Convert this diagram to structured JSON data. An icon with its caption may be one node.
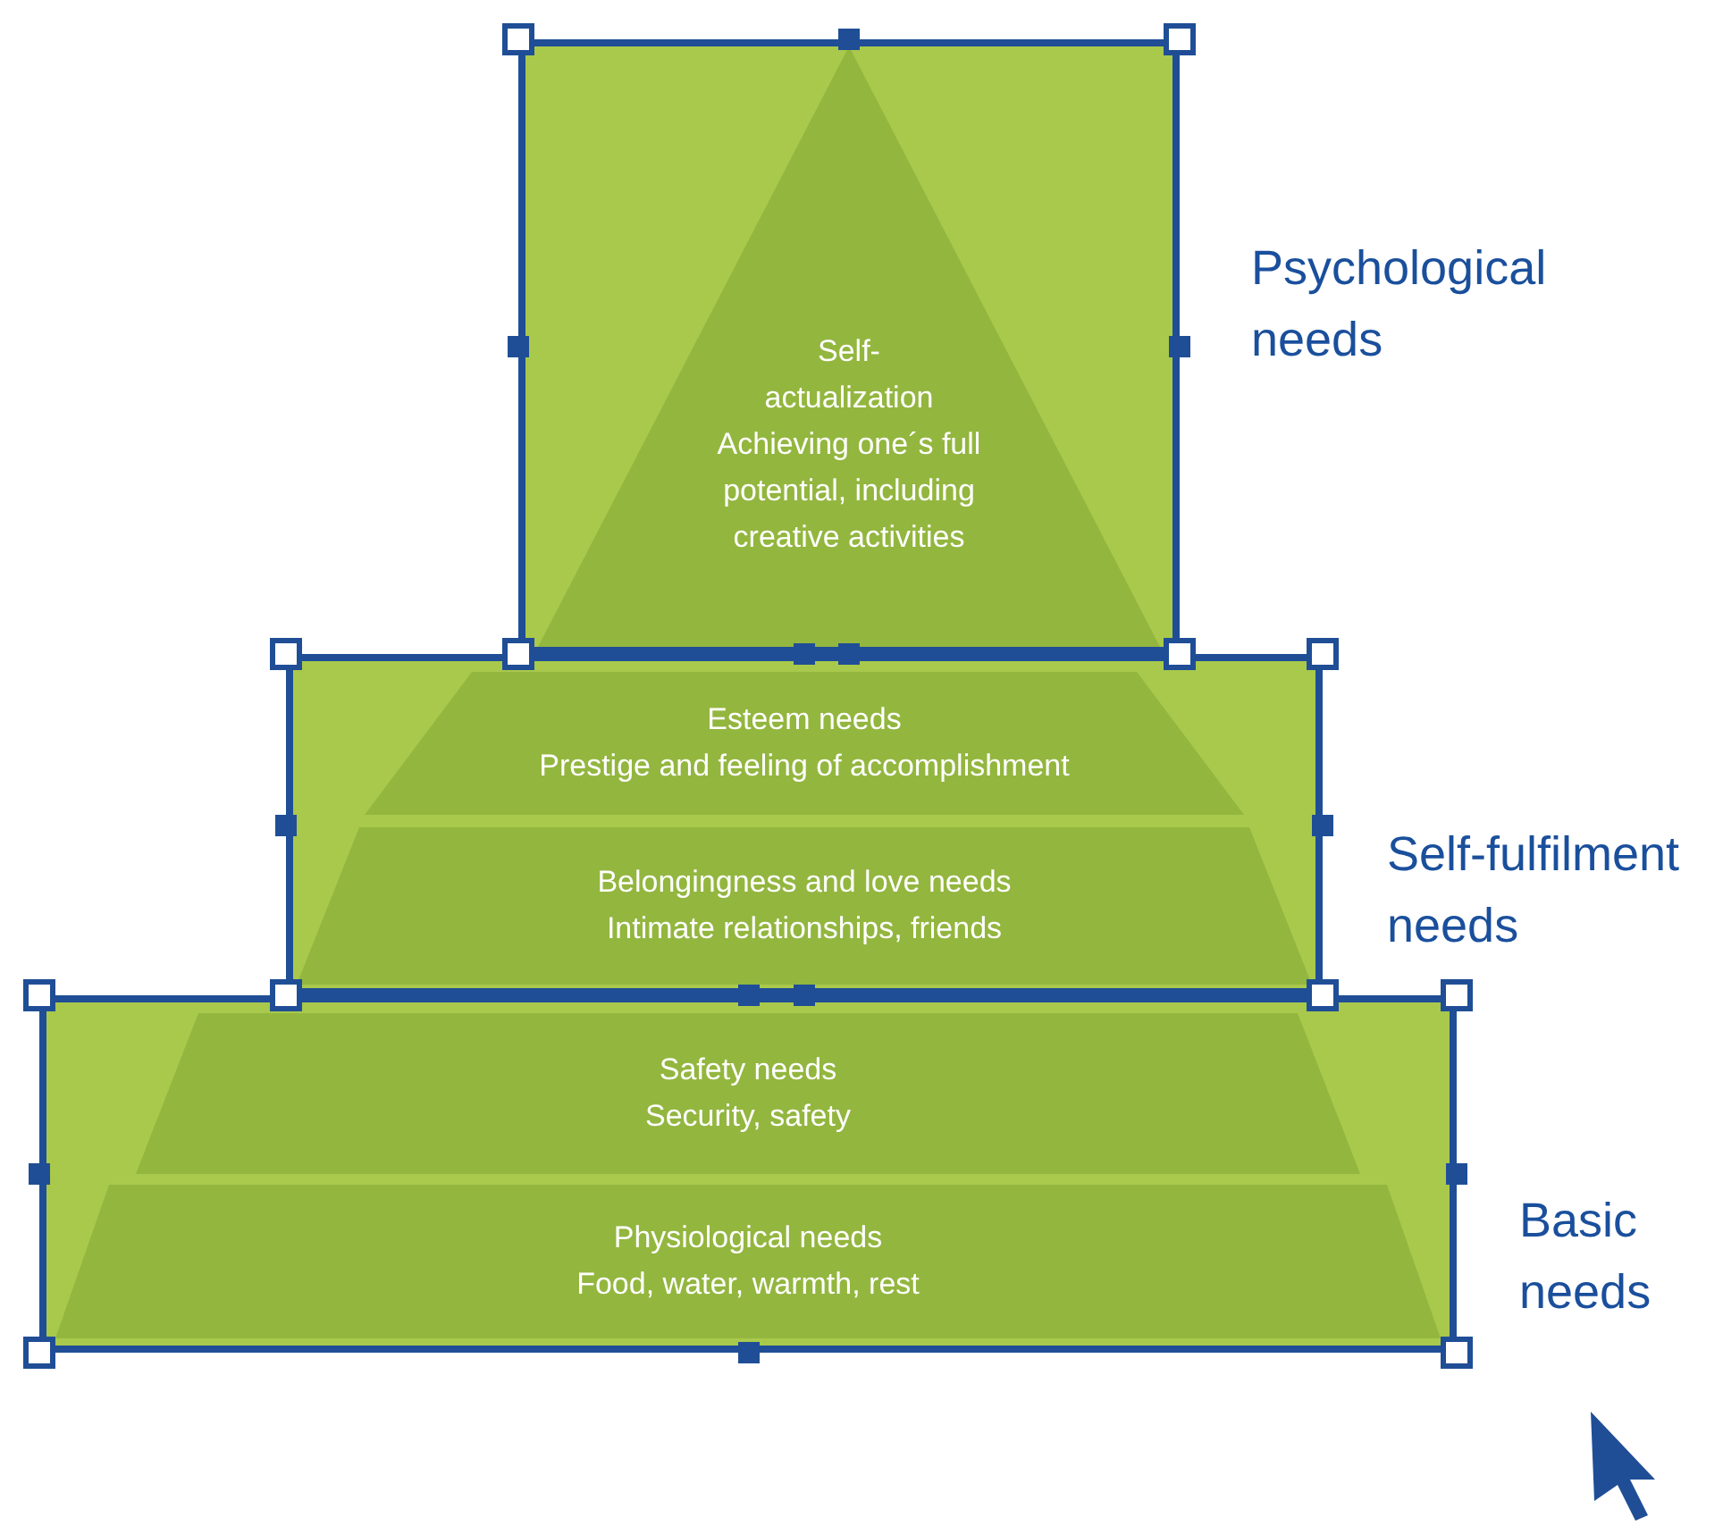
{
  "diagram": {
    "nodes": [
      {
        "text": [],
        "shape": "box"
      },
      {
        "text": [
          "Self- actualization",
          "Achieving one´s full potential, including creative activities"
        ],
        "in": 0
      },
      {
        "text": [],
        "shape": "box"
      },
      {
        "text": [
          "Esteem needs",
          "Prestige and feeling of accomplishment"
        ],
        "in": 2
      },
      {
        "text": [
          "Belongingness and love needs",
          "Intimate relationships, friends"
        ],
        "in": 2
      },
      {
        "text": [],
        "shape": "box"
      },
      {
        "text": [
          "Safety needs",
          "Security, safety"
        ],
        "in": 5
      },
      {
        "text": [
          "Physiological needs",
          "Food, water, warmth, rest"
        ],
        "in": 5
      }
    ],
    "labels": [
      "Psychological needs",
      "Self-fulfilment needs",
      "Basic needs"
    ]
  }
}
